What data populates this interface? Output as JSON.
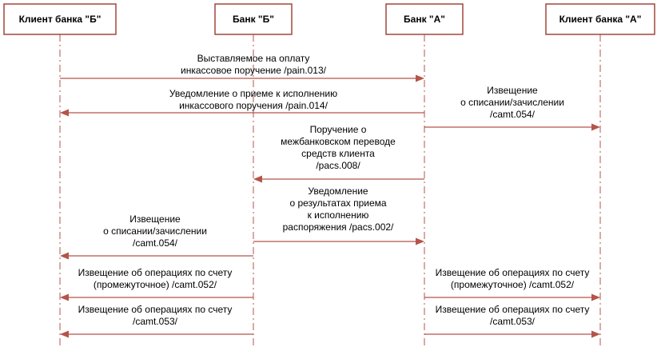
{
  "colors": {
    "line": "#b5544a",
    "box_border": "#9b3a2e"
  },
  "actors": [
    {
      "id": "client_b",
      "label": "Клиент банка \"Б\""
    },
    {
      "id": "bank_b",
      "label": "Банк \"Б\""
    },
    {
      "id": "bank_a",
      "label": "Банк \"А\""
    },
    {
      "id": "client_a",
      "label": "Клиент банка \"А\""
    }
  ],
  "messages": [
    {
      "from": "client_b",
      "to": "bank_a",
      "lines": [
        "Выставляемое на оплату",
        "инкассовое поручение /pain.013/"
      ]
    },
    {
      "from": "bank_a",
      "to": "client_b",
      "lines": [
        "Уведомление о приеме к исполнению",
        "инкассового поручения /pain.014/"
      ]
    },
    {
      "from": "bank_a",
      "to": "client_a",
      "lines": [
        "Извещение",
        "о списании/зачислении",
        "/camt.054/"
      ]
    },
    {
      "from": "bank_a",
      "to": "bank_b",
      "lines": [
        "Поручение о",
        "межбанковском переводе",
        "средств клиента",
        "/pacs.008/"
      ]
    },
    {
      "from": "bank_b",
      "to": "bank_a",
      "lines": [
        "Уведомление",
        "о результатах приема",
        "к исполнению",
        "распоряжения /pacs.002/"
      ]
    },
    {
      "from": "bank_b",
      "to": "client_b",
      "lines": [
        "Извещение",
        "о списании/зачислении",
        "/camt.054/"
      ]
    },
    {
      "from": "bank_b",
      "to": "client_b",
      "lines": [
        "Извещение об операциях по счету",
        "(промежуточное) /camt.052/"
      ]
    },
    {
      "from": "bank_a",
      "to": "client_a",
      "lines": [
        "Извещение об операциях по счету",
        "(промежуточное) /camt.052/"
      ]
    },
    {
      "from": "bank_b",
      "to": "client_b",
      "lines": [
        "Извещение об операциях по счету",
        "/camt.053/"
      ]
    },
    {
      "from": "bank_a",
      "to": "client_a",
      "lines": [
        "Извещение об операциях по счету",
        "/camt.053/"
      ]
    }
  ]
}
